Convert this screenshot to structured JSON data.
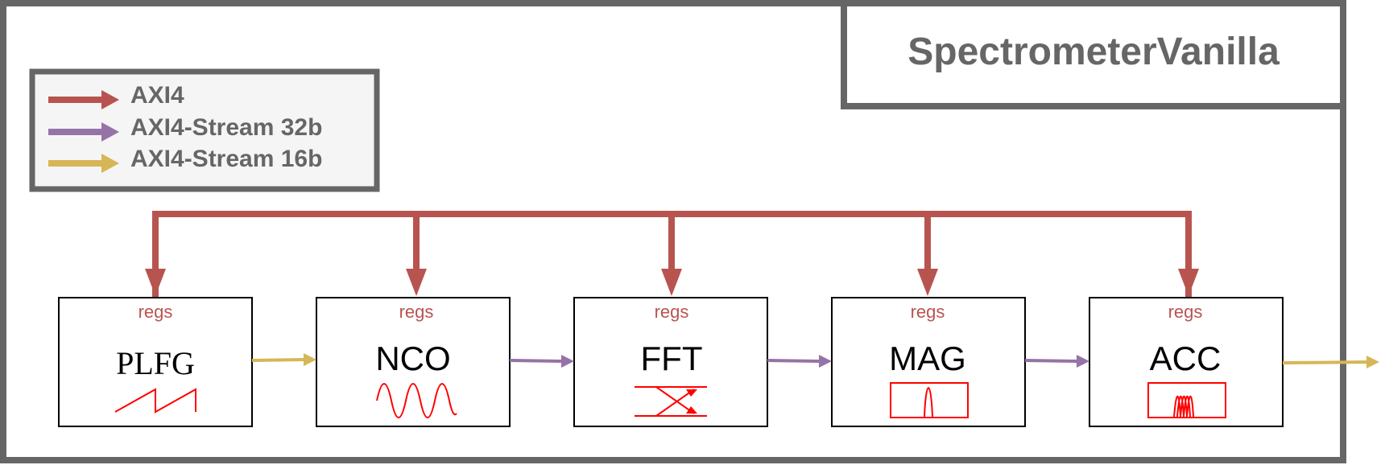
{
  "title": "SpectrometerVanilla",
  "legend": {
    "items": [
      {
        "label": "AXI4",
        "color": "#b85450"
      },
      {
        "label": "AXI4-Stream 32b",
        "color": "#9673a6"
      },
      {
        "label": "AXI4-Stream 16b",
        "color": "#d6b656"
      }
    ]
  },
  "colors": {
    "axi4": "#b85450",
    "stream32": "#9673a6",
    "stream16": "#d6b656",
    "frame": "#666666",
    "icon": "#ff0000"
  },
  "blocks": [
    {
      "name": "PLFG",
      "regs": "regs",
      "icon": "sawtooth-icon"
    },
    {
      "name": "NCO",
      "regs": "regs",
      "icon": "sine-wave-icon"
    },
    {
      "name": "FFT",
      "regs": "regs",
      "icon": "butterfly-icon"
    },
    {
      "name": "MAG",
      "regs": "regs",
      "icon": "spectrum-peak-icon"
    },
    {
      "name": "ACC",
      "regs": "regs",
      "icon": "accumulated-spectrum-icon"
    }
  ]
}
